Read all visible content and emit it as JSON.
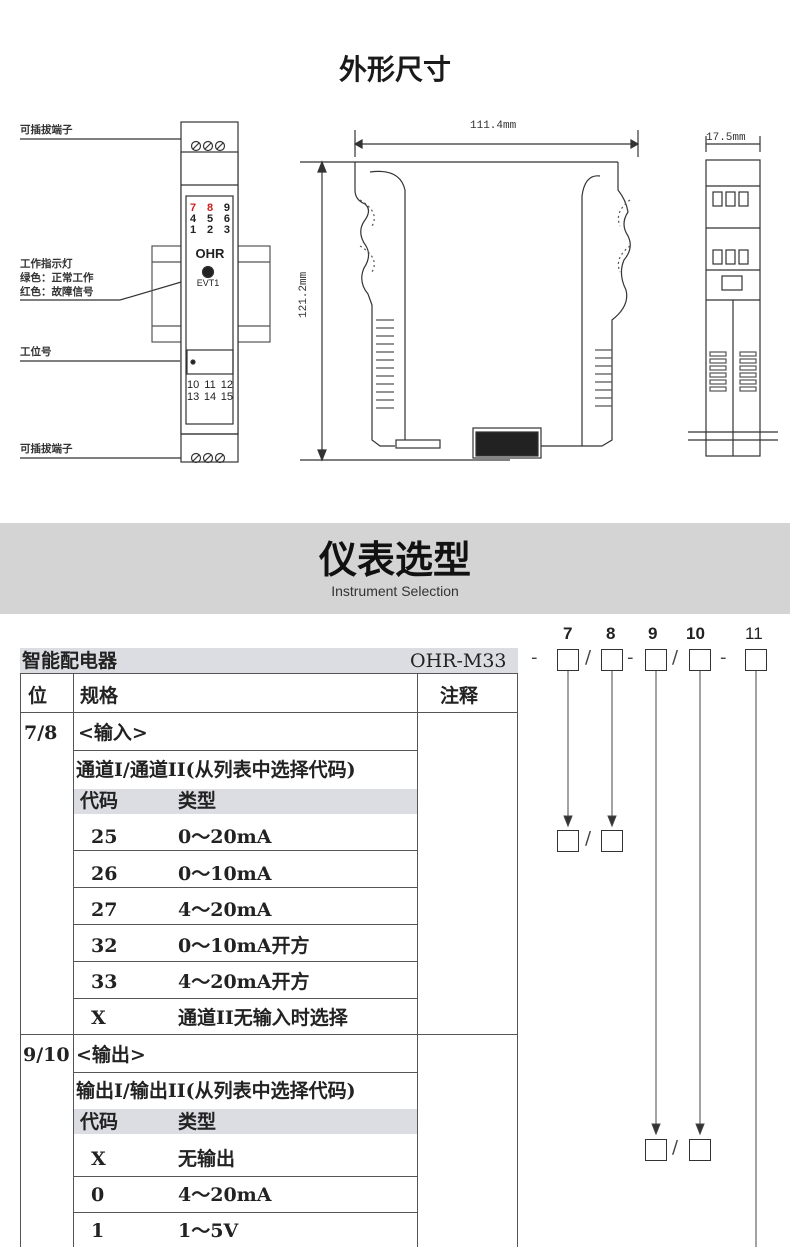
{
  "dimensions_section": {
    "title": "外形尺寸",
    "left_labels": {
      "pluggable_terminal_top": "可插拔端子",
      "indicator_title": "工作指示灯",
      "indicator_green": "绿色：正常工作",
      "indicator_red": "红色：故障信号",
      "station_no": "工位号",
      "pluggable_terminal_bottom": "可插拔端子"
    },
    "device": {
      "brand": "OHR",
      "led_label": "EVT1",
      "terminals_top": [
        [
          "7",
          "8",
          "9"
        ],
        [
          "4",
          "5",
          "6"
        ],
        [
          "1",
          "2",
          "3"
        ]
      ],
      "terminals_bottom": [
        [
          "10",
          "11",
          "12"
        ],
        [
          "13",
          "14",
          "15"
        ]
      ]
    },
    "width_dim": "111.4mm",
    "height_dim": "121.2mm",
    "depth_dim": "17.5mm"
  },
  "selection_section": {
    "title": "仪表选型",
    "subtitle": "Instrument Selection",
    "position_numbers": [
      "7",
      "8",
      "9",
      "10",
      "11"
    ],
    "product_row": {
      "name": "智能配电器",
      "model": "OHR-M33"
    },
    "header": {
      "pos": "位",
      "spec": "规格",
      "note": "注释"
    },
    "input_group": {
      "pos": "7/8",
      "title": "<输入>",
      "desc": "通道I/通道II(从列表中选择代码)",
      "code_header": "代码",
      "type_header": "类型",
      "rows": [
        {
          "code": "25",
          "type": "0～20mA"
        },
        {
          "code": "26",
          "type": "0～10mA"
        },
        {
          "code": "27",
          "type": "4～20mA"
        },
        {
          "code": "32",
          "type": "0～10mA开方"
        },
        {
          "code": "33",
          "type": "4～20mA开方"
        },
        {
          "code": "X",
          "type": "通道II无输入时选择"
        }
      ]
    },
    "output_group": {
      "pos": "9/10",
      "title": "<输出>",
      "desc": "输出I/输出II(从列表中选择代码)",
      "code_header": "代码",
      "type_header": "类型",
      "rows": [
        {
          "code": "X",
          "type": "无输出"
        },
        {
          "code": "0",
          "type": "4～20mA"
        },
        {
          "code": "1",
          "type": "1～5V"
        }
      ]
    },
    "separator_dash": "-",
    "separator_slash": "/"
  }
}
